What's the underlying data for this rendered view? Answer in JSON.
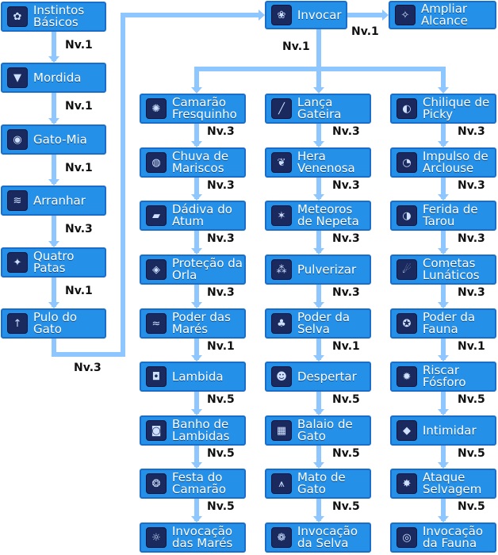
{
  "colors": {
    "node_fill": "#2490e8",
    "node_border": "#1a6ec9",
    "connector": "#8ec6ff",
    "level_text": "#111111"
  },
  "left_chain": [
    {
      "label": "Instintos Básicos",
      "icon": "paw-icon",
      "level": "Nv.1"
    },
    {
      "label": "Mordida",
      "icon": "fang-icon",
      "level": "Nv.1"
    },
    {
      "label": "Gato-Mia",
      "icon": "cat-voice-icon",
      "level": "Nv.1"
    },
    {
      "label": "Arranhar",
      "icon": "claw-icon",
      "level": "Nv.3"
    },
    {
      "label": "Quatro Patas",
      "icon": "four-paws-icon",
      "level": "Nv.1"
    },
    {
      "label": "Pulo do Gato",
      "icon": "leap-icon",
      "level": "Nv.3"
    }
  ],
  "top": {
    "invocar": {
      "label": "Invocar",
      "icon": "summon-icon"
    },
    "ampliar": {
      "label": "Ampliar Alcance",
      "icon": "range-icon"
    },
    "level_to_ampliar": "Nv.1",
    "level_to_columns": "Nv.1"
  },
  "columns": [
    {
      "name": "sea",
      "items": [
        {
          "label": "Camarão Fresquinho",
          "icon": "shrimp-icon",
          "level": "Nv.3"
        },
        {
          "label": "Chuva de Mariscos",
          "icon": "shellfish-icon",
          "level": "Nv.3"
        },
        {
          "label": "Dádiva do Atum",
          "icon": "tuna-icon",
          "level": "Nv.3"
        },
        {
          "label": "Proteção da Orla",
          "icon": "shore-icon",
          "level": "Nv.3"
        },
        {
          "label": "Poder das Marés",
          "icon": "tide-icon",
          "level": "Nv.1"
        },
        {
          "label": "Lambida",
          "icon": "lick-icon",
          "level": "Nv.5"
        },
        {
          "label": "Banho de Lambidas",
          "icon": "lick-bath-icon",
          "level": "Nv.5"
        },
        {
          "label": "Festa do Camarão",
          "icon": "shrimp-party-icon",
          "level": "Nv.5"
        },
        {
          "label": "Invocação das Marés",
          "icon": "tide-summon-icon"
        }
      ]
    },
    {
      "name": "plant",
      "items": [
        {
          "label": "Lança Gateira",
          "icon": "spear-icon",
          "level": "Nv.3"
        },
        {
          "label": "Hera Venenosa",
          "icon": "ivy-icon",
          "level": "Nv.3"
        },
        {
          "label": "Meteoros de Nepeta",
          "icon": "meteor-icon",
          "level": "Nv.3"
        },
        {
          "label": "Pulverizar",
          "icon": "spray-icon",
          "level": "Nv.3"
        },
        {
          "label": "Poder da Selva",
          "icon": "jungle-icon",
          "level": "Nv.1"
        },
        {
          "label": "Despertar",
          "icon": "awaken-icon",
          "level": "Nv.5"
        },
        {
          "label": "Balaio de Gato",
          "icon": "basket-icon",
          "level": "Nv.5"
        },
        {
          "label": "Mato de Gato",
          "icon": "grass-icon",
          "level": "Nv.5"
        },
        {
          "label": "Invocação da Selva",
          "icon": "jungle-summon-icon"
        }
      ]
    },
    {
      "name": "animal",
      "items": [
        {
          "label": "Chilique de Picky",
          "icon": "picky-icon",
          "level": "Nv.3"
        },
        {
          "label": "Impulso de Arclouse",
          "icon": "arclouse-icon",
          "level": "Nv.3"
        },
        {
          "label": "Ferida de Tarou",
          "icon": "tarou-icon",
          "level": "Nv.3"
        },
        {
          "label": "Cometas Lunáticos",
          "icon": "comet-icon",
          "level": "Nv.3"
        },
        {
          "label": "Poder da Fauna",
          "icon": "fauna-icon",
          "level": "Nv.1"
        },
        {
          "label": "Riscar Fósforo",
          "icon": "match-icon",
          "level": "Nv.5"
        },
        {
          "label": "Intimidar",
          "icon": "intimidate-icon",
          "level": "Nv.5"
        },
        {
          "label": "Ataque Selvagem",
          "icon": "wild-attack-icon",
          "level": "Nv.5"
        },
        {
          "label": "Invocação da Fauna",
          "icon": "fauna-summon-icon"
        }
      ]
    }
  ]
}
